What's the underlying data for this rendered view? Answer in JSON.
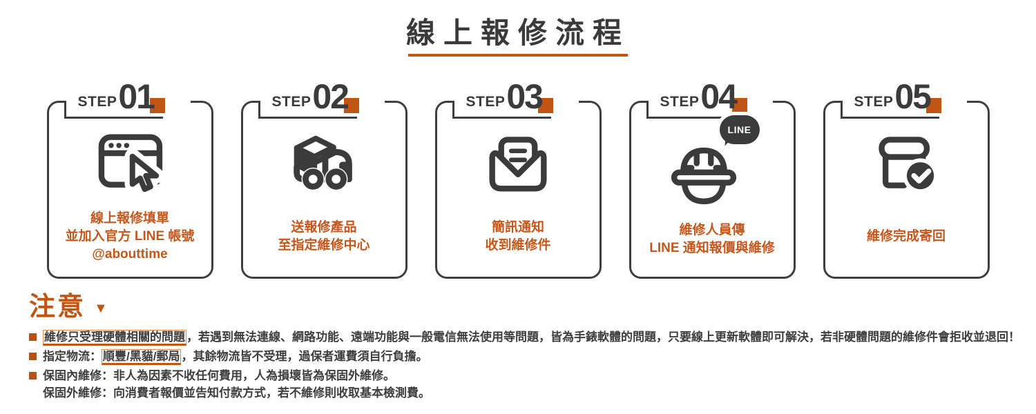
{
  "title": {
    "text": "線上報修流程"
  },
  "steps": [
    {
      "label": "STEP",
      "number": "01",
      "icon": "browser-cursor-icon",
      "lines": [
        "線上報修填單",
        "並加入官方 LINE 帳號",
        "@abouttime"
      ]
    },
    {
      "label": "STEP",
      "number": "02",
      "icon": "delivery-truck-icon",
      "lines": [
        "送報修產品",
        "至指定維修中心"
      ]
    },
    {
      "label": "STEP",
      "number": "03",
      "icon": "mail-notification-icon",
      "lines": [
        "簡訊通知",
        "收到維修件"
      ]
    },
    {
      "label": "STEP",
      "number": "04",
      "icon": "repair-helmet-icon",
      "badge": "LINE",
      "lines": [
        "維修人員傳",
        "LINE 通知報價與維修"
      ]
    },
    {
      "label": "STEP",
      "number": "05",
      "icon": "package-check-icon",
      "lines": [
        "維修完成寄回"
      ]
    }
  ],
  "notice": {
    "heading": "注意",
    "arrow": "▼",
    "items": [
      {
        "highlight": "維修只受理硬體相關的問題",
        "rest": "，若遇到無法連線、網路功能、遠端功能與一般電信無法使用等問題，皆為手錶軟體的問題，只要線上更新軟體即可解決，若非硬體問題的維修件會拒收並退回！"
      },
      {
        "prefix": "指定物流：",
        "highlight": "順豐/黑貓/郵局",
        "rest": "，其餘物流皆不受理，過保者運費須自行負擔。"
      },
      {
        "line1": "保固內維修：非人為因素不收任何費用，人為損壞皆為保固外維修。",
        "line2": "保固外維修：向消費者報價並告知付款方式，若不維修則收取基本檢測費。"
      }
    ]
  },
  "colors": {
    "accent": "#c05514",
    "accent_text": "#c5571c",
    "dark": "#3b3b3b",
    "bullet": "#b5521a"
  }
}
